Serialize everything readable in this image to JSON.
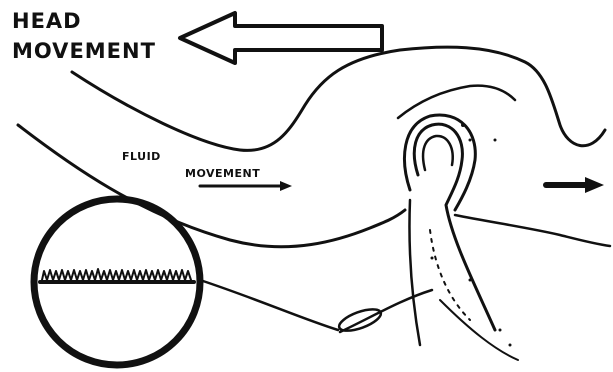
{
  "labels": {
    "head_movement_line1": "HEAD",
    "head_movement_line2": "MOVEMENT",
    "fluid_movement_line1": "FLUID",
    "fluid_movement_line2": "MOVEMENT"
  },
  "colors": {
    "ink": "#111111",
    "paper": "#ffffff"
  }
}
